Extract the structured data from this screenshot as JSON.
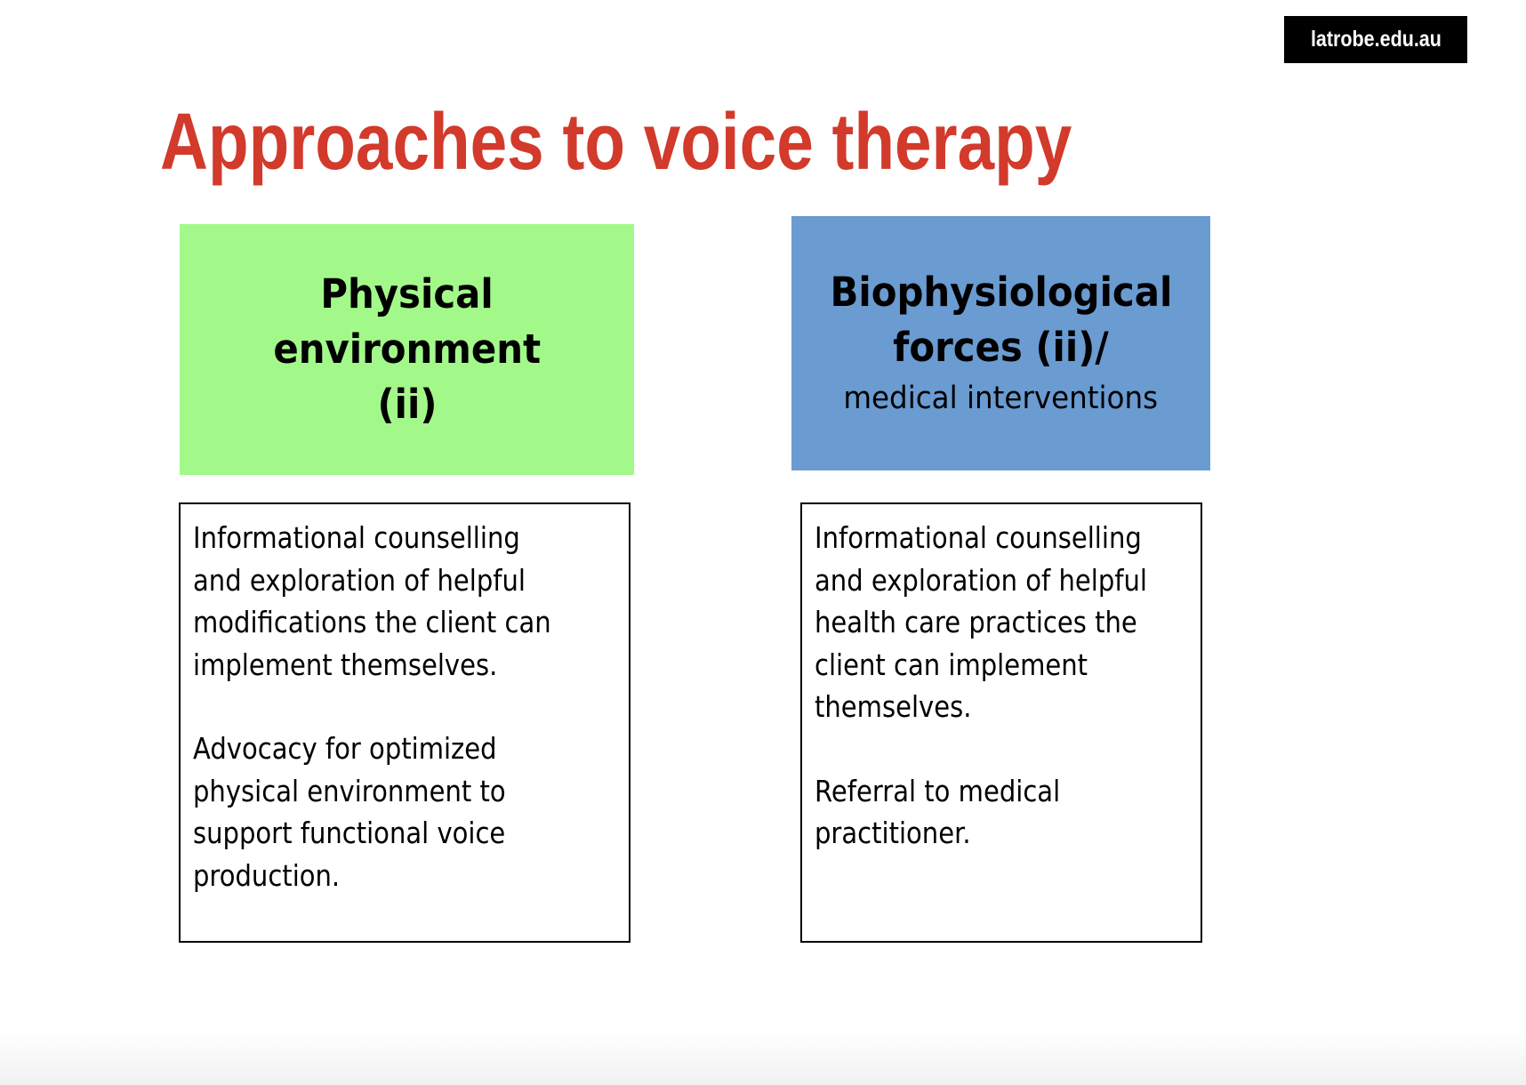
{
  "logo": {
    "text": "latrobe.edu.au"
  },
  "slide": {
    "title": "Approaches to voice therapy"
  },
  "colors": {
    "title": "#d23a2b",
    "green_box": "#a2f98a",
    "blue_box": "#6a9bd1",
    "logo_bg": "#000000"
  },
  "left_column": {
    "header_lines": [
      "Physical",
      "environment",
      "(ii)"
    ],
    "paragraphs": [
      "Informational counselling\nand exploration of helpful\nmodifications the client can\nimplement themselves.",
      "Advocacy for optimized\nphysical environment to\nsupport functional voice\nproduction."
    ]
  },
  "right_column": {
    "header_lines": [
      "Biophysiological",
      "forces (ii)/"
    ],
    "header_sub": "medical interventions",
    "paragraphs": [
      "Informational counselling\nand exploration of helpful\nhealth care practices the\nclient can implement\nthemselves.",
      "Referral to medical\npractitioner."
    ]
  }
}
